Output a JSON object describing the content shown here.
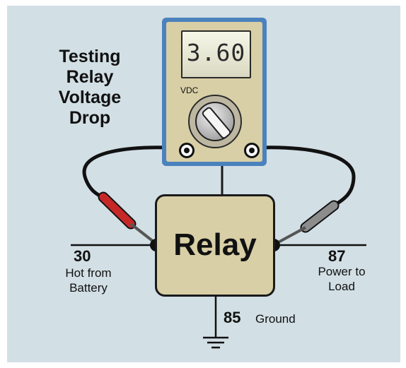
{
  "title": {
    "lines": [
      "Testing",
      "Relay",
      "Voltage",
      "Drop"
    ]
  },
  "meter": {
    "reading": "3.60",
    "range_label": "VDC"
  },
  "relay": {
    "label": "Relay"
  },
  "terminals": {
    "t30": {
      "number": "30",
      "desc_line1": "Hot from",
      "desc_line2": "Battery"
    },
    "t87": {
      "number": "87",
      "desc_line1": "Power to",
      "desc_line2": "Load"
    },
    "t85": {
      "number": "85",
      "desc": "Ground"
    }
  },
  "colors": {
    "background": "#d2dfe5",
    "meter_frame": "#4b82bd",
    "meter_body": "#d8cfa6",
    "relay_body": "#d8cfa6",
    "red_probe": "#c62828",
    "gray_probe": "#8c8c8c"
  }
}
